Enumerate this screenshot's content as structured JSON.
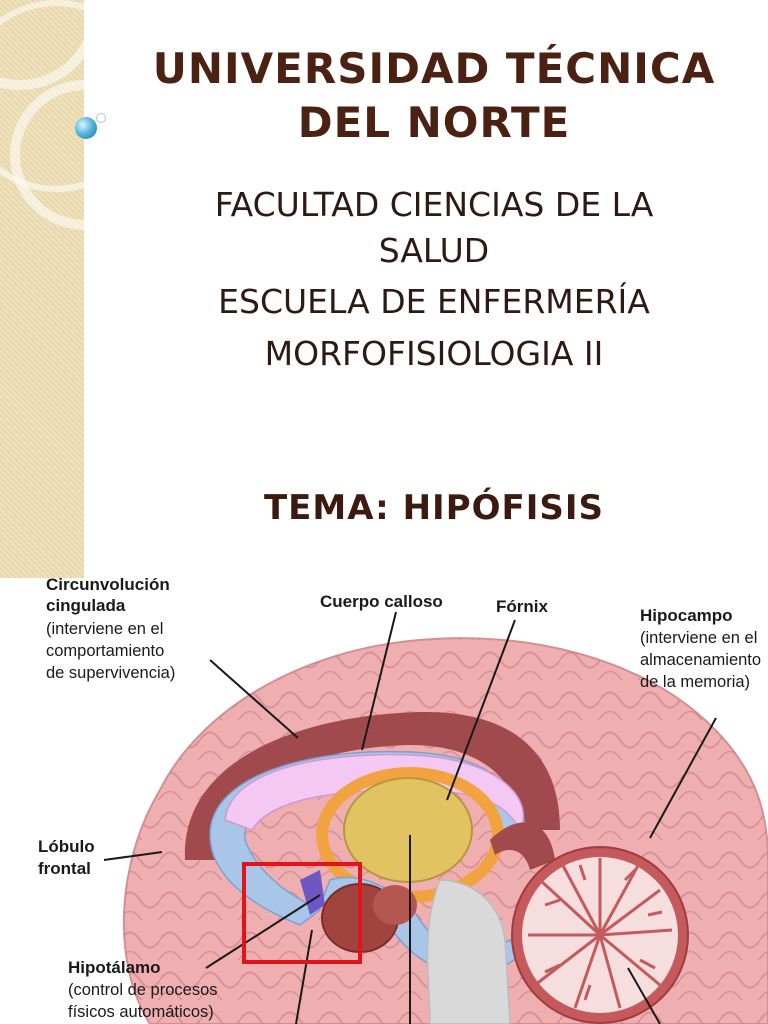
{
  "slide": {
    "title_line1": "UNIVERSIDAD TÉCNICA",
    "title_line2": "DEL NORTE",
    "faculty_line1": "FACULTAD CIENCIAS DE LA",
    "faculty_line2": "SALUD",
    "school": "ESCUELA DE ENFERMERÍA",
    "course": "MORFOFISIOLOGIA II",
    "topic": "TEMA:  HIPÓFISIS"
  },
  "figure": {
    "labels": {
      "cingulate_1": "Circunvolución",
      "cingulate_2": "cingulada",
      "cingulate_3": "(interviene en el",
      "cingulate_4": "comportamiento",
      "cingulate_5": "de supervivencia)",
      "corpus": "Cuerpo calloso",
      "fornix": "Fórnix",
      "hippo_1": "Hipocampo",
      "hippo_2": "(interviene en el",
      "hippo_3": "almacenamiento",
      "hippo_4": "de la memoria)",
      "frontal_1": "Lóbulo",
      "frontal_2": "frontal",
      "hypo_1": "Hipotálamo",
      "hypo_2": "(control de procesos",
      "hypo_3": "físicos automáticos)"
    },
    "highlight_color": "#e0141a"
  }
}
